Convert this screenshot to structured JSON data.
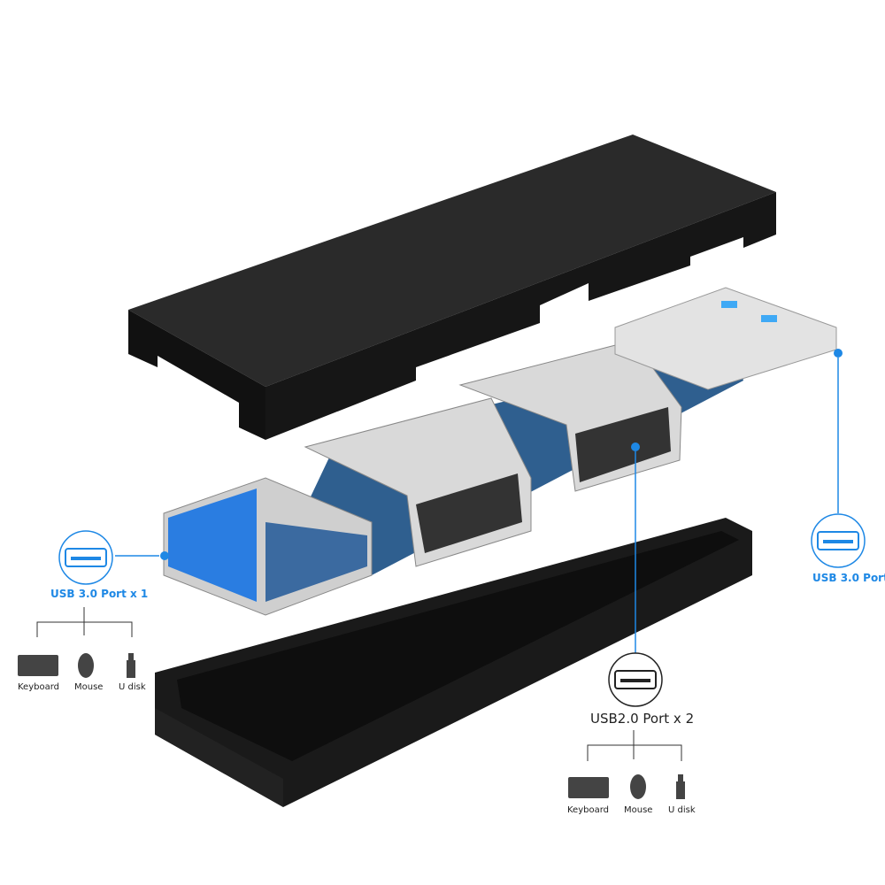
{
  "colors": {
    "accent": "#1e88e5",
    "body": "#1b1b1b",
    "metal": "#d9d9d9",
    "pcb": "#2f5f8f"
  },
  "callouts": {
    "left": {
      "label": "USB 3.0 Port  x 1",
      "icon": "usb-port-icon",
      "devices": [
        "Keyboard",
        "Mouse",
        "U disk"
      ]
    },
    "right": {
      "label": "USB 3.0 Port",
      "icon": "usb-port-icon"
    },
    "middle": {
      "label": "USB2.0 Port x 2",
      "icon": "usb-port-icon",
      "devices": [
        "Keyboard",
        "Mouse",
        "U disk"
      ]
    }
  }
}
